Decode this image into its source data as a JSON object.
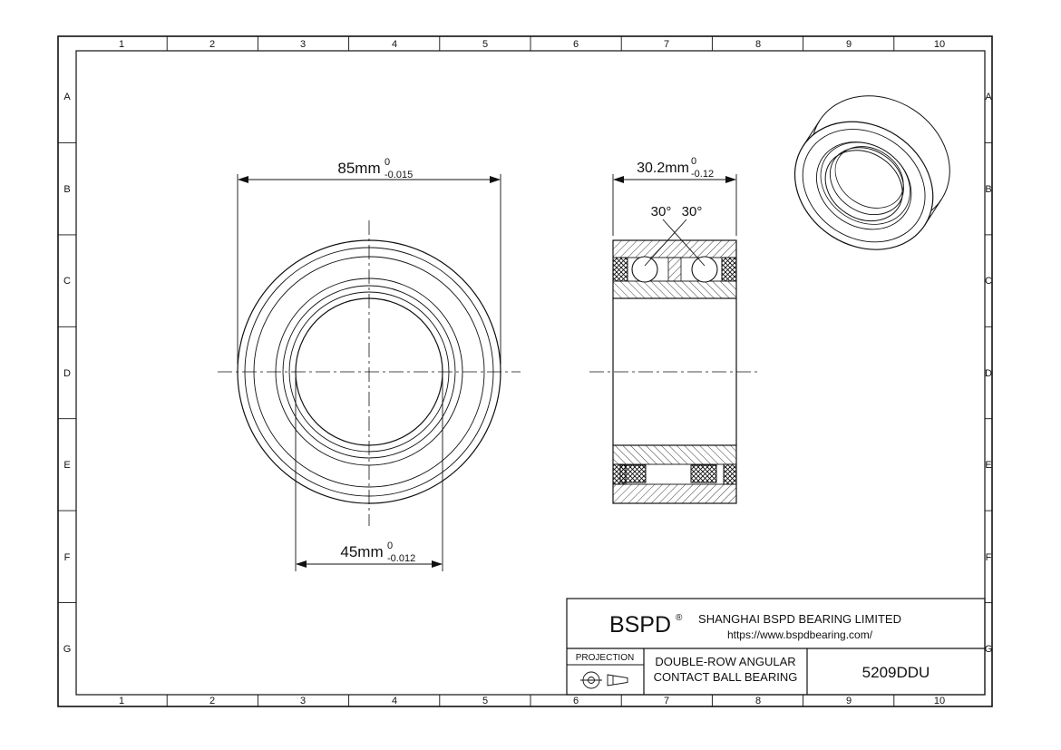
{
  "grid": {
    "columns": [
      "1",
      "2",
      "3",
      "4",
      "5",
      "6",
      "7",
      "8",
      "9",
      "10"
    ],
    "rows": [
      "A",
      "B",
      "C",
      "D",
      "E",
      "F",
      "G"
    ]
  },
  "dimensions": {
    "outer_diameter": {
      "value": "85mm",
      "tol_upper": "0",
      "tol_lower": "-0.015"
    },
    "bore_diameter": {
      "value": "45mm",
      "tol_upper": "0",
      "tol_lower": "-0.012"
    },
    "width": {
      "value": "30.2mm",
      "tol_upper": "0",
      "tol_lower": "-0.12"
    },
    "contact_angle_left": "30°",
    "contact_angle_right": "30°"
  },
  "title_block": {
    "brand": "BSPD",
    "registered_mark": "®",
    "company": "SHANGHAI BSPD BEARING LIMITED",
    "website": "https://www.bspdbearing.com/",
    "projection_label": "PROJECTION",
    "description_line1": "DOUBLE-ROW ANGULAR",
    "description_line2": "CONTACT BALL BEARING",
    "part_number": "5209DDU"
  },
  "colors": {
    "line": "#111111",
    "background": "#ffffff"
  }
}
